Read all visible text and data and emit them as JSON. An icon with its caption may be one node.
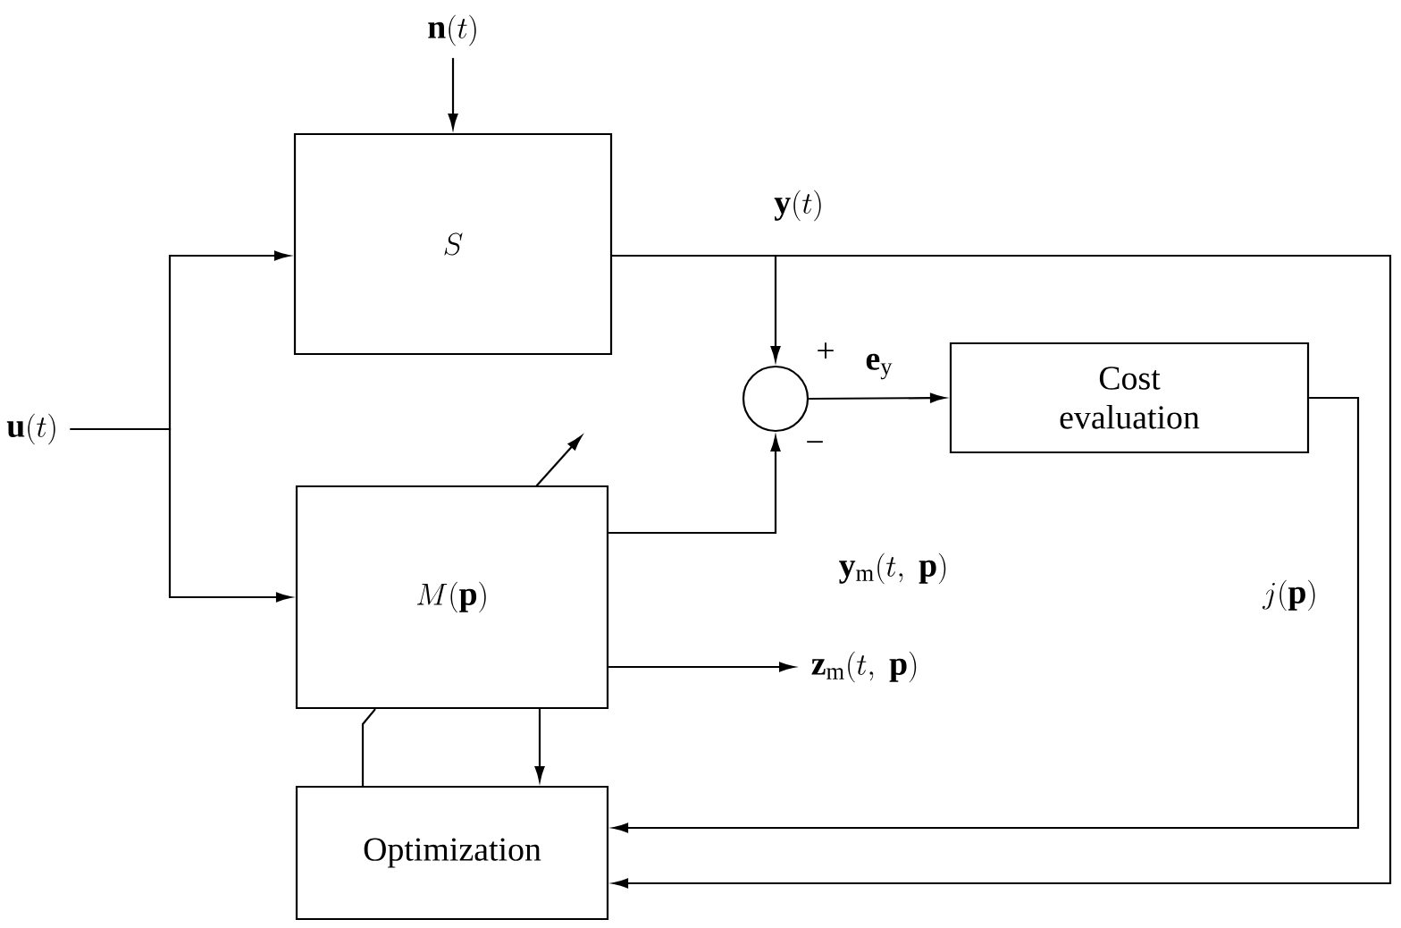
{
  "diagram": {
    "nodes": [
      {
        "text": [
          "\\mathbf{u}(t)"
        ]
      },
      {
        "text": [
          "\\mathbf{n}(t)"
        ]
      },
      {
        "text": [
          "S"
        ]
      },
      {
        "text": [
          "M(\\mathbf{p})"
        ]
      },
      {
        "text": [],
        "shape": "circle",
        "beside": [
          "+",
          "−"
        ]
      },
      {
        "text": [
          "Cost evaluation"
        ]
      },
      {
        "text": [
          "Optimization"
        ]
      },
      {
        "text": [
          "\\mathbf{z}_{\\mathrm{m}}(t,\\ \\mathbf{p})"
        ]
      }
    ],
    "edges": [
      {
        "from": 0,
        "to": 2,
        "arrow": "to"
      },
      {
        "from": 0,
        "to": 3,
        "arrow": "to"
      },
      {
        "from": 1,
        "to": 2,
        "arrow": "to"
      },
      {
        "from": 2,
        "to": 4,
        "arrow": "to",
        "label": "\\mathbf{y}(t)"
      },
      {
        "from": 2,
        "to": 6,
        "arrow": "to"
      },
      {
        "from": 3,
        "to": 4,
        "arrow": "to",
        "label": "\\mathbf{y}_{\\mathrm{m}}(t,\\ \\mathbf{p})"
      },
      {
        "from": 4,
        "to": 5,
        "arrow": "to",
        "label": "\\mathbf{e}_{\\mathrm{y}}"
      },
      {
        "from": 5,
        "to": 6,
        "arrow": "to",
        "label": "j(\\mathbf{p})"
      },
      {
        "from": 3,
        "to": 7,
        "arrow": "to"
      },
      {
        "from": 3,
        "to": 6,
        "arrow": "to"
      },
      {
        "from": 6,
        "to": 3,
        "arrow": "none"
      }
    ]
  }
}
